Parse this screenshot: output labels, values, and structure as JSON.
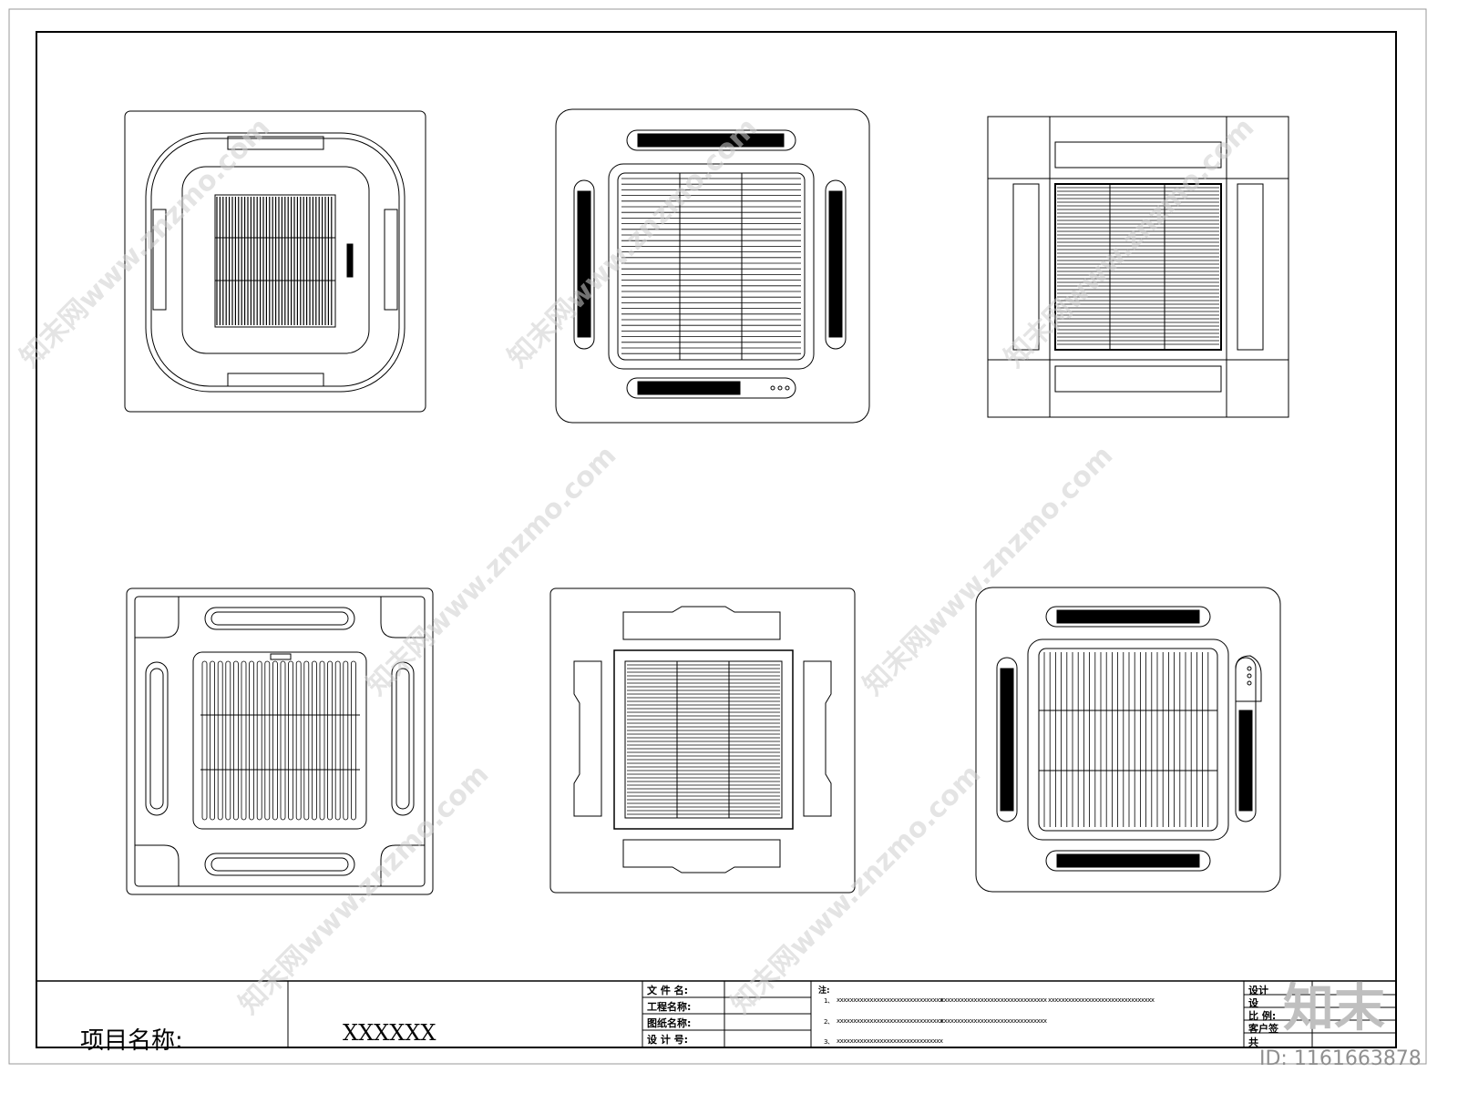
{
  "title_block": {
    "project_label": "项目名称:",
    "project_value": "XXXXXX",
    "file_name_label": "文 件 名:",
    "engineering_name_label": "工程名称:",
    "drawing_name_label": "图纸名称:",
    "design_no_label": "设 计 号:",
    "notes_label": "注:",
    "note_1_num": "1、",
    "note_1_a": "xxxxxxxxxxxxxxxxxxxxxxxxxxxxxxxx",
    "note_1_b": "xxxxxxxxxxxxxxxxxxxxxxxxxxxxxxxx",
    "note_1_c": "xxxxxxxxxxxxxxxxxxxxxxxxxxxxxxxx",
    "note_2_num": "2、",
    "note_2_a": "xxxxxxxxxxxxxxxxxxxxxxxxxxxxxxxx",
    "note_2_b": "xxxxxxxxxxxxxxxxxxxxxxxxxxxxxxxx",
    "note_3_num": "3、",
    "note_3_a": "xxxxxxxxxxxxxxxxxxxxxxxxxxxxxxxx",
    "right_labels": [
      "设计",
      "设",
      "比 例:",
      "客户签",
      "共"
    ]
  },
  "watermark": {
    "logo": "知末",
    "id": "ID: 1161663878",
    "text": "知末网www.znzmo.com"
  },
  "colors": {
    "line": "#000000",
    "watermark": "#cfcfcf"
  }
}
